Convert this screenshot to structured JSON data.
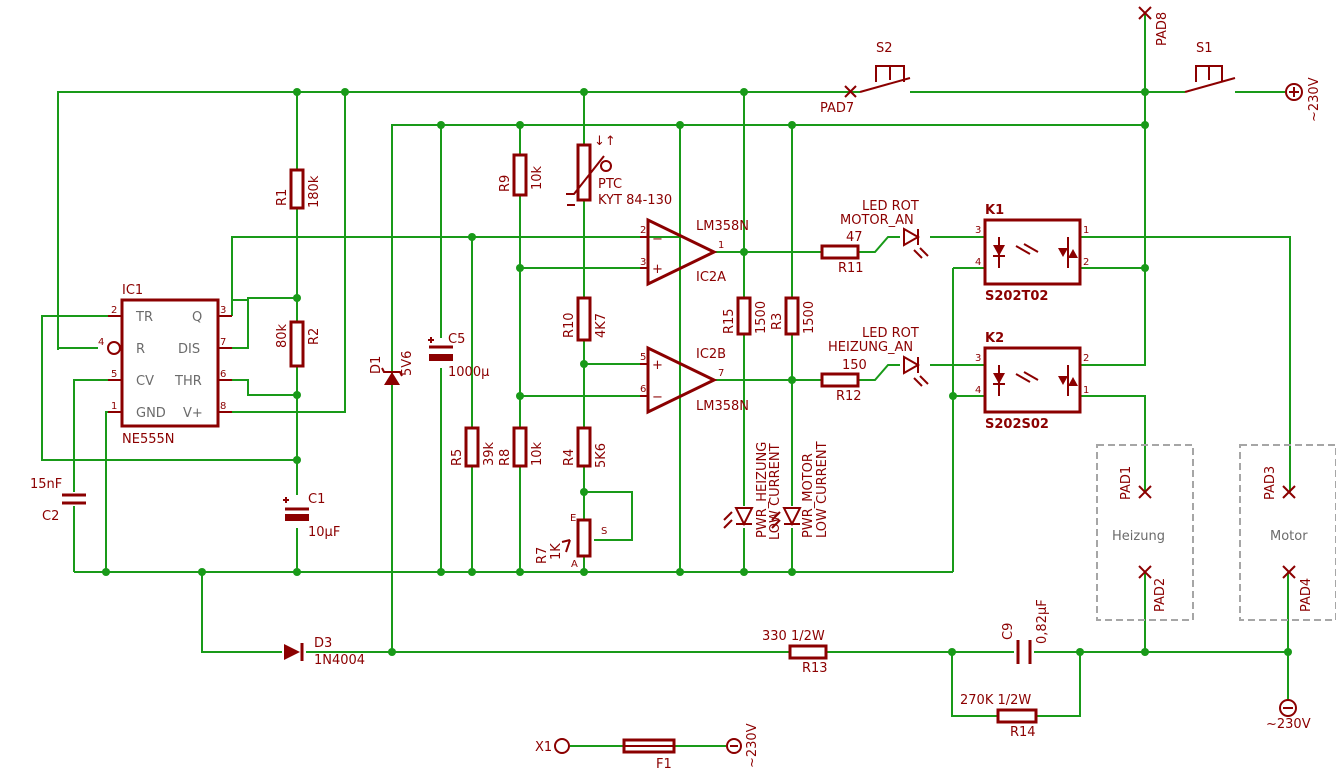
{
  "colors": {
    "wire": "#199a19",
    "symbol": "#8b0000",
    "frame": "#a6a6a6"
  },
  "ic1": {
    "name": "IC1",
    "value": "NE555N",
    "pins": {
      "tr": "TR",
      "r": "R",
      "cv": "CV",
      "gnd": "GND",
      "q": "Q",
      "dis": "DIS",
      "thr": "THR",
      "vplus": "V+"
    },
    "numbers": {
      "p2": "2",
      "p4": "4",
      "p5": "5",
      "p1": "1",
      "p3": "3",
      "p7": "7",
      "p6": "6",
      "p8": "8"
    }
  },
  "r1": {
    "name": "R1",
    "value": "180k"
  },
  "r2": {
    "name": "R2",
    "value": "80k"
  },
  "c1": {
    "name": "C1",
    "value": "10µF"
  },
  "c2": {
    "name": "C2",
    "value": "15nF"
  },
  "d1": {
    "name": "D1",
    "value": "5V6"
  },
  "c5": {
    "name": "C5",
    "value": "1000µ"
  },
  "r9": {
    "name": "R9",
    "value": "10k"
  },
  "ptc": {
    "name": "PTC",
    "value": "KYT 84-130"
  },
  "r10": {
    "name": "R10",
    "value": "4K7"
  },
  "r5": {
    "name": "R5",
    "value": "39k"
  },
  "r8": {
    "name": "R8",
    "value": "10k"
  },
  "r4": {
    "name": "R4",
    "value": "5K6"
  },
  "r7": {
    "name": "R7",
    "value": "1K",
    "pins": {
      "e": "E",
      "a": "A",
      "s": "S"
    }
  },
  "ic2a": {
    "name": "IC2A",
    "value": "LM358N",
    "pins": {
      "p2": "2",
      "p3": "3",
      "p1": "1"
    }
  },
  "ic2b": {
    "name": "IC2B",
    "value": "LM358N",
    "pins": {
      "p5": "5",
      "p6": "6",
      "p7": "7"
    }
  },
  "r15": {
    "name": "R15",
    "value": "1500"
  },
  "r3": {
    "name": "R3",
    "value": "1500"
  },
  "led_heizung": {
    "name": "PWR_HEIZUNG",
    "value": "LOW CURRENT"
  },
  "led_motor": {
    "name": "PWR_MOTOR",
    "value": "LOW CURRENT"
  },
  "r11": {
    "name": "R11",
    "value": "47"
  },
  "r12": {
    "name": "R12",
    "value": "150"
  },
  "led_motor_an": {
    "name": "MOTOR_AN",
    "value": "LED ROT"
  },
  "led_heizung_an": {
    "name": "HEIZUNG_AN",
    "value": "LED ROT"
  },
  "k1": {
    "name": "K1",
    "value": "S202T02",
    "pins": {
      "p3": "3",
      "p4": "4",
      "p1": "1",
      "p2": "2"
    }
  },
  "k2": {
    "name": "K2",
    "value": "S202S02",
    "pins": {
      "p3": "3",
      "p4": "4",
      "p2": "2",
      "p1": "1"
    }
  },
  "s1": {
    "name": "S1"
  },
  "s2": {
    "name": "S2"
  },
  "pads": {
    "pad1": "PAD1",
    "pad2": "PAD2",
    "pad3": "PAD3",
    "pad4": "PAD4",
    "pad7": "PAD7",
    "pad8": "PAD8"
  },
  "heizung": "Heizung",
  "motor": "Motor",
  "d3": {
    "name": "D3",
    "value": "1N4004"
  },
  "r13": {
    "name": "R13",
    "value": "330 1/2W"
  },
  "c9": {
    "name": "C9",
    "value": "0,82µF"
  },
  "r14": {
    "name": "R14",
    "value": "270K 1/2W"
  },
  "f1": {
    "name": "F1"
  },
  "supply": {
    "top": "~230V",
    "bottom": "~230V",
    "fuse": "~230V",
    "x1": "X1"
  }
}
